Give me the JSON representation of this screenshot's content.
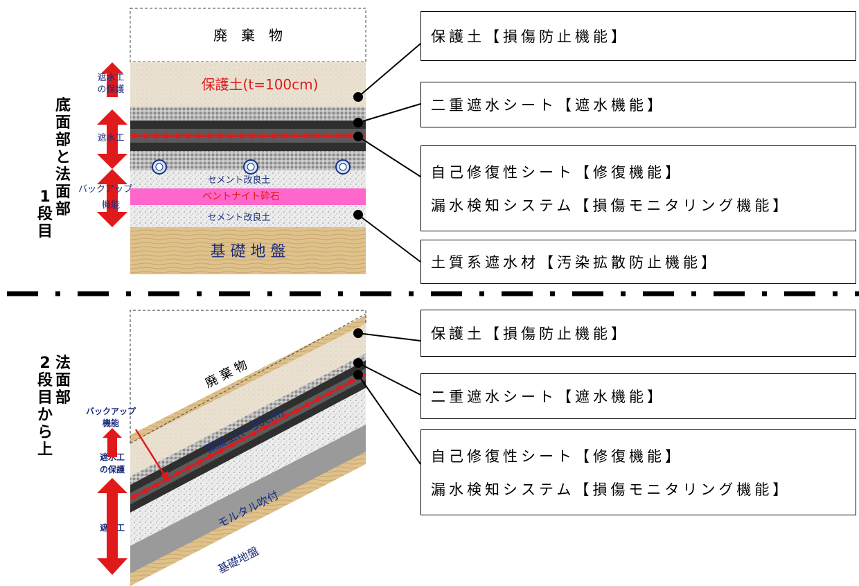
{
  "colors": {
    "red": "#e01a1a",
    "magenta": "#ff66cc",
    "navy": "#1b2c7a",
    "sheet": "#333333",
    "soil": "#e8dfcf",
    "base": "#dcc08e"
  },
  "section1": {
    "side_label": [
      "底",
      "面",
      "部",
      "と",
      "法",
      "面",
      "部"
    ],
    "side_label2": [
      "1",
      "段",
      "目"
    ],
    "layers": {
      "waste": "廃　棄　物",
      "protective_soil": "保護土(t=100cm)",
      "cement_soil_1": "セメント改良土",
      "bentonite": "ベントナイト砕石",
      "cement_soil_2": "セメント改良土",
      "foundation": "基 礎 地 盤"
    },
    "zones": {
      "protection": [
        "遮水工",
        "の保護"
      ],
      "waterproof": "遮水工",
      "backup": [
        "バックアップ",
        "機能"
      ]
    },
    "callouts": [
      {
        "lines": [
          "保護土【損傷防止機能】"
        ]
      },
      {
        "lines": [
          "二重遮水シート【遮水機能】"
        ]
      },
      {
        "lines": [
          "自己修復性シート【修復機能】",
          "漏水検知システム【損傷モニタリング機能】"
        ]
      },
      {
        "lines": [
          "土質系遮水材【汚染拡散防止機能】"
        ]
      }
    ]
  },
  "section2": {
    "side_label": [
      "法",
      "面",
      "部"
    ],
    "side_label2": [
      "2",
      "段",
      "目",
      "か",
      "ら",
      "上"
    ],
    "layers": {
      "waste": "廃 棄 物",
      "protective_soil": "保護土(t=50cm)",
      "mortar": "モルタル吹付",
      "foundation": "基礎地盤"
    },
    "zones": {
      "backup": [
        "バックアップ",
        "機能"
      ],
      "protection": [
        "遮水工",
        "の保護"
      ],
      "waterproof": "遮水工"
    },
    "callouts": [
      {
        "lines": [
          "保護土【損傷防止機能】"
        ]
      },
      {
        "lines": [
          "二重遮水シート【遮水機能】"
        ]
      },
      {
        "lines": [
          "自己修復性シート【修復機能】",
          "漏水検知システム【損傷モニタリング機能】"
        ]
      }
    ]
  }
}
